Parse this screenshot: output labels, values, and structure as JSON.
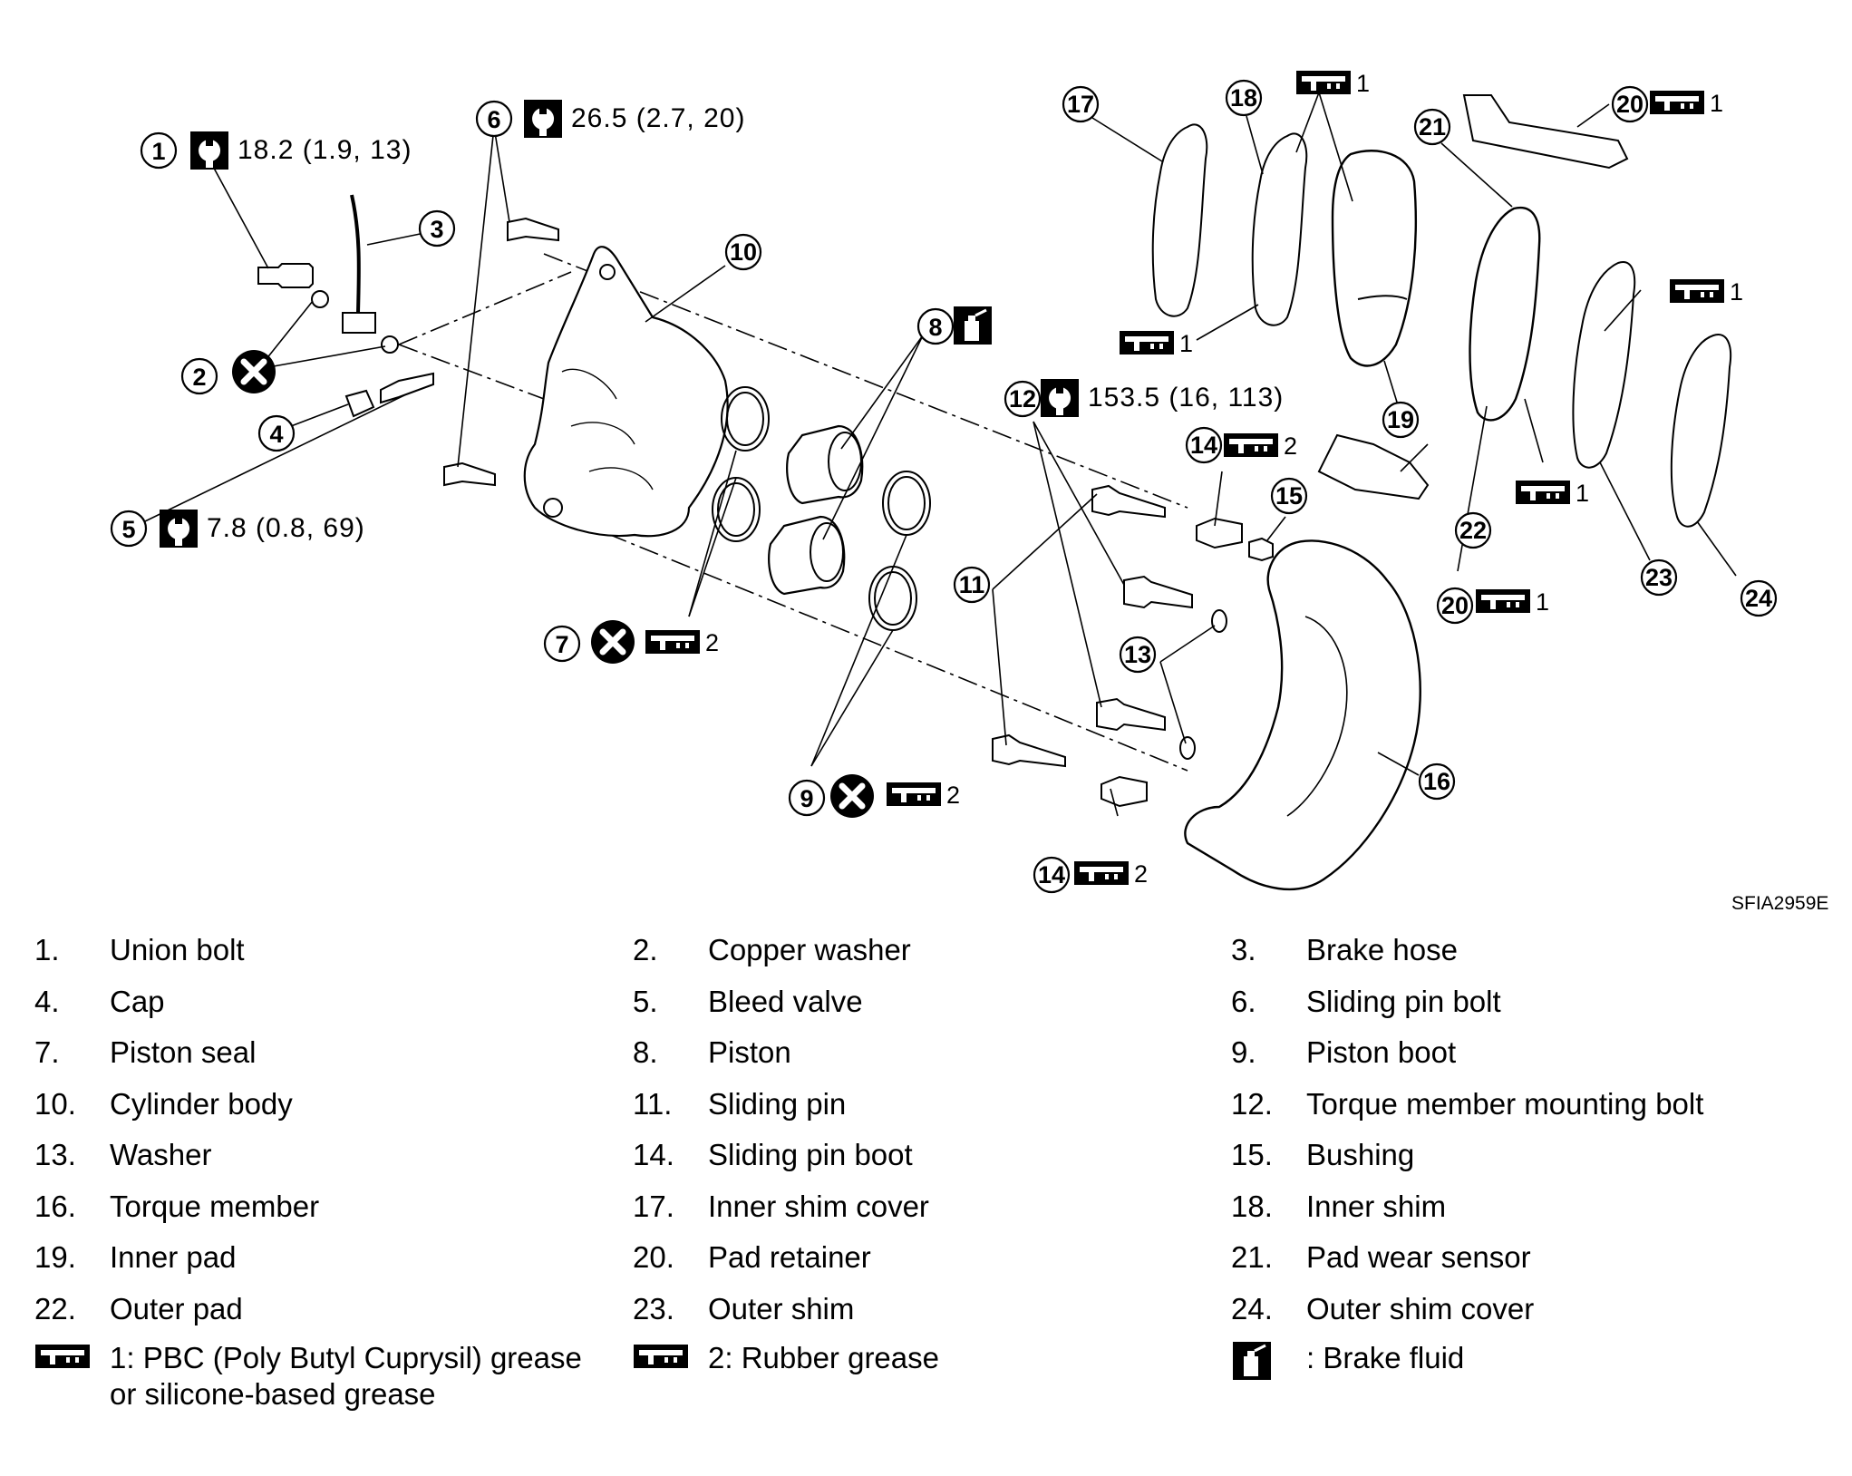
{
  "figure_code": "SFIA2959E",
  "callouts": {
    "c1": {
      "num": "1",
      "torque": "18.2 (1.9, 13)"
    },
    "c2": {
      "num": "2"
    },
    "c3": {
      "num": "3"
    },
    "c4": {
      "num": "4"
    },
    "c5": {
      "num": "5",
      "torque": "7.8 (0.8, 69)"
    },
    "c6": {
      "num": "6",
      "torque": "26.5 (2.7, 20)"
    },
    "c7": {
      "num": "7",
      "grease": "2"
    },
    "c8": {
      "num": "8"
    },
    "c9": {
      "num": "9",
      "grease": "2"
    },
    "c10": {
      "num": "10"
    },
    "c11": {
      "num": "11"
    },
    "c12": {
      "num": "12",
      "torque": "153.5 (16, 113)"
    },
    "c13": {
      "num": "13"
    },
    "c14a": {
      "num": "14",
      "grease": "2"
    },
    "c14b": {
      "num": "14",
      "grease": "2"
    },
    "c15": {
      "num": "15"
    },
    "c16": {
      "num": "16"
    },
    "c17": {
      "num": "17"
    },
    "c18": {
      "num": "18",
      "grease_top": "1",
      "grease_bottom": "1"
    },
    "c19": {
      "num": "19"
    },
    "c20a": {
      "num": "20",
      "grease": "1"
    },
    "c20b": {
      "num": "20",
      "grease": "1"
    },
    "c21": {
      "num": "21"
    },
    "c22": {
      "num": "22",
      "grease": "1"
    },
    "c23": {
      "num": "23",
      "grease": "1"
    },
    "c24": {
      "num": "24"
    }
  },
  "legend": {
    "rows": [
      [
        {
          "num": "1.",
          "label": "Union bolt"
        },
        {
          "num": "2.",
          "label": "Copper washer"
        },
        {
          "num": "3.",
          "label": "Brake hose"
        }
      ],
      [
        {
          "num": "4.",
          "label": "Cap"
        },
        {
          "num": "5.",
          "label": "Bleed valve"
        },
        {
          "num": "6.",
          "label": "Sliding pin bolt"
        }
      ],
      [
        {
          "num": "7.",
          "label": "Piston seal"
        },
        {
          "num": "8.",
          "label": "Piston"
        },
        {
          "num": "9.",
          "label": "Piston boot"
        }
      ],
      [
        {
          "num": "10.",
          "label": "Cylinder body"
        },
        {
          "num": "11.",
          "label": "Sliding pin"
        },
        {
          "num": "12.",
          "label": "Torque member mounting bolt"
        }
      ],
      [
        {
          "num": "13.",
          "label": "Washer"
        },
        {
          "num": "14.",
          "label": "Sliding pin boot"
        },
        {
          "num": "15.",
          "label": "Bushing"
        }
      ],
      [
        {
          "num": "16.",
          "label": "Torque member"
        },
        {
          "num": "17.",
          "label": "Inner shim cover"
        },
        {
          "num": "18.",
          "label": "Inner shim"
        }
      ],
      [
        {
          "num": "19.",
          "label": "Inner pad"
        },
        {
          "num": "20.",
          "label": "Pad retainer"
        },
        {
          "num": "21.",
          "label": "Pad wear sensor"
        }
      ],
      [
        {
          "num": "22.",
          "label": "Outer pad"
        },
        {
          "num": "23.",
          "label": "Outer shim"
        },
        {
          "num": "24.",
          "label": "Outer shim cover"
        }
      ]
    ],
    "notes": {
      "grease1_line1": "1: PBC (Poly Butyl Cuprysil) grease",
      "grease1_line2": "or silicone-based grease",
      "grease2": "2: Rubber grease",
      "fluid": ": Brake fluid"
    }
  }
}
